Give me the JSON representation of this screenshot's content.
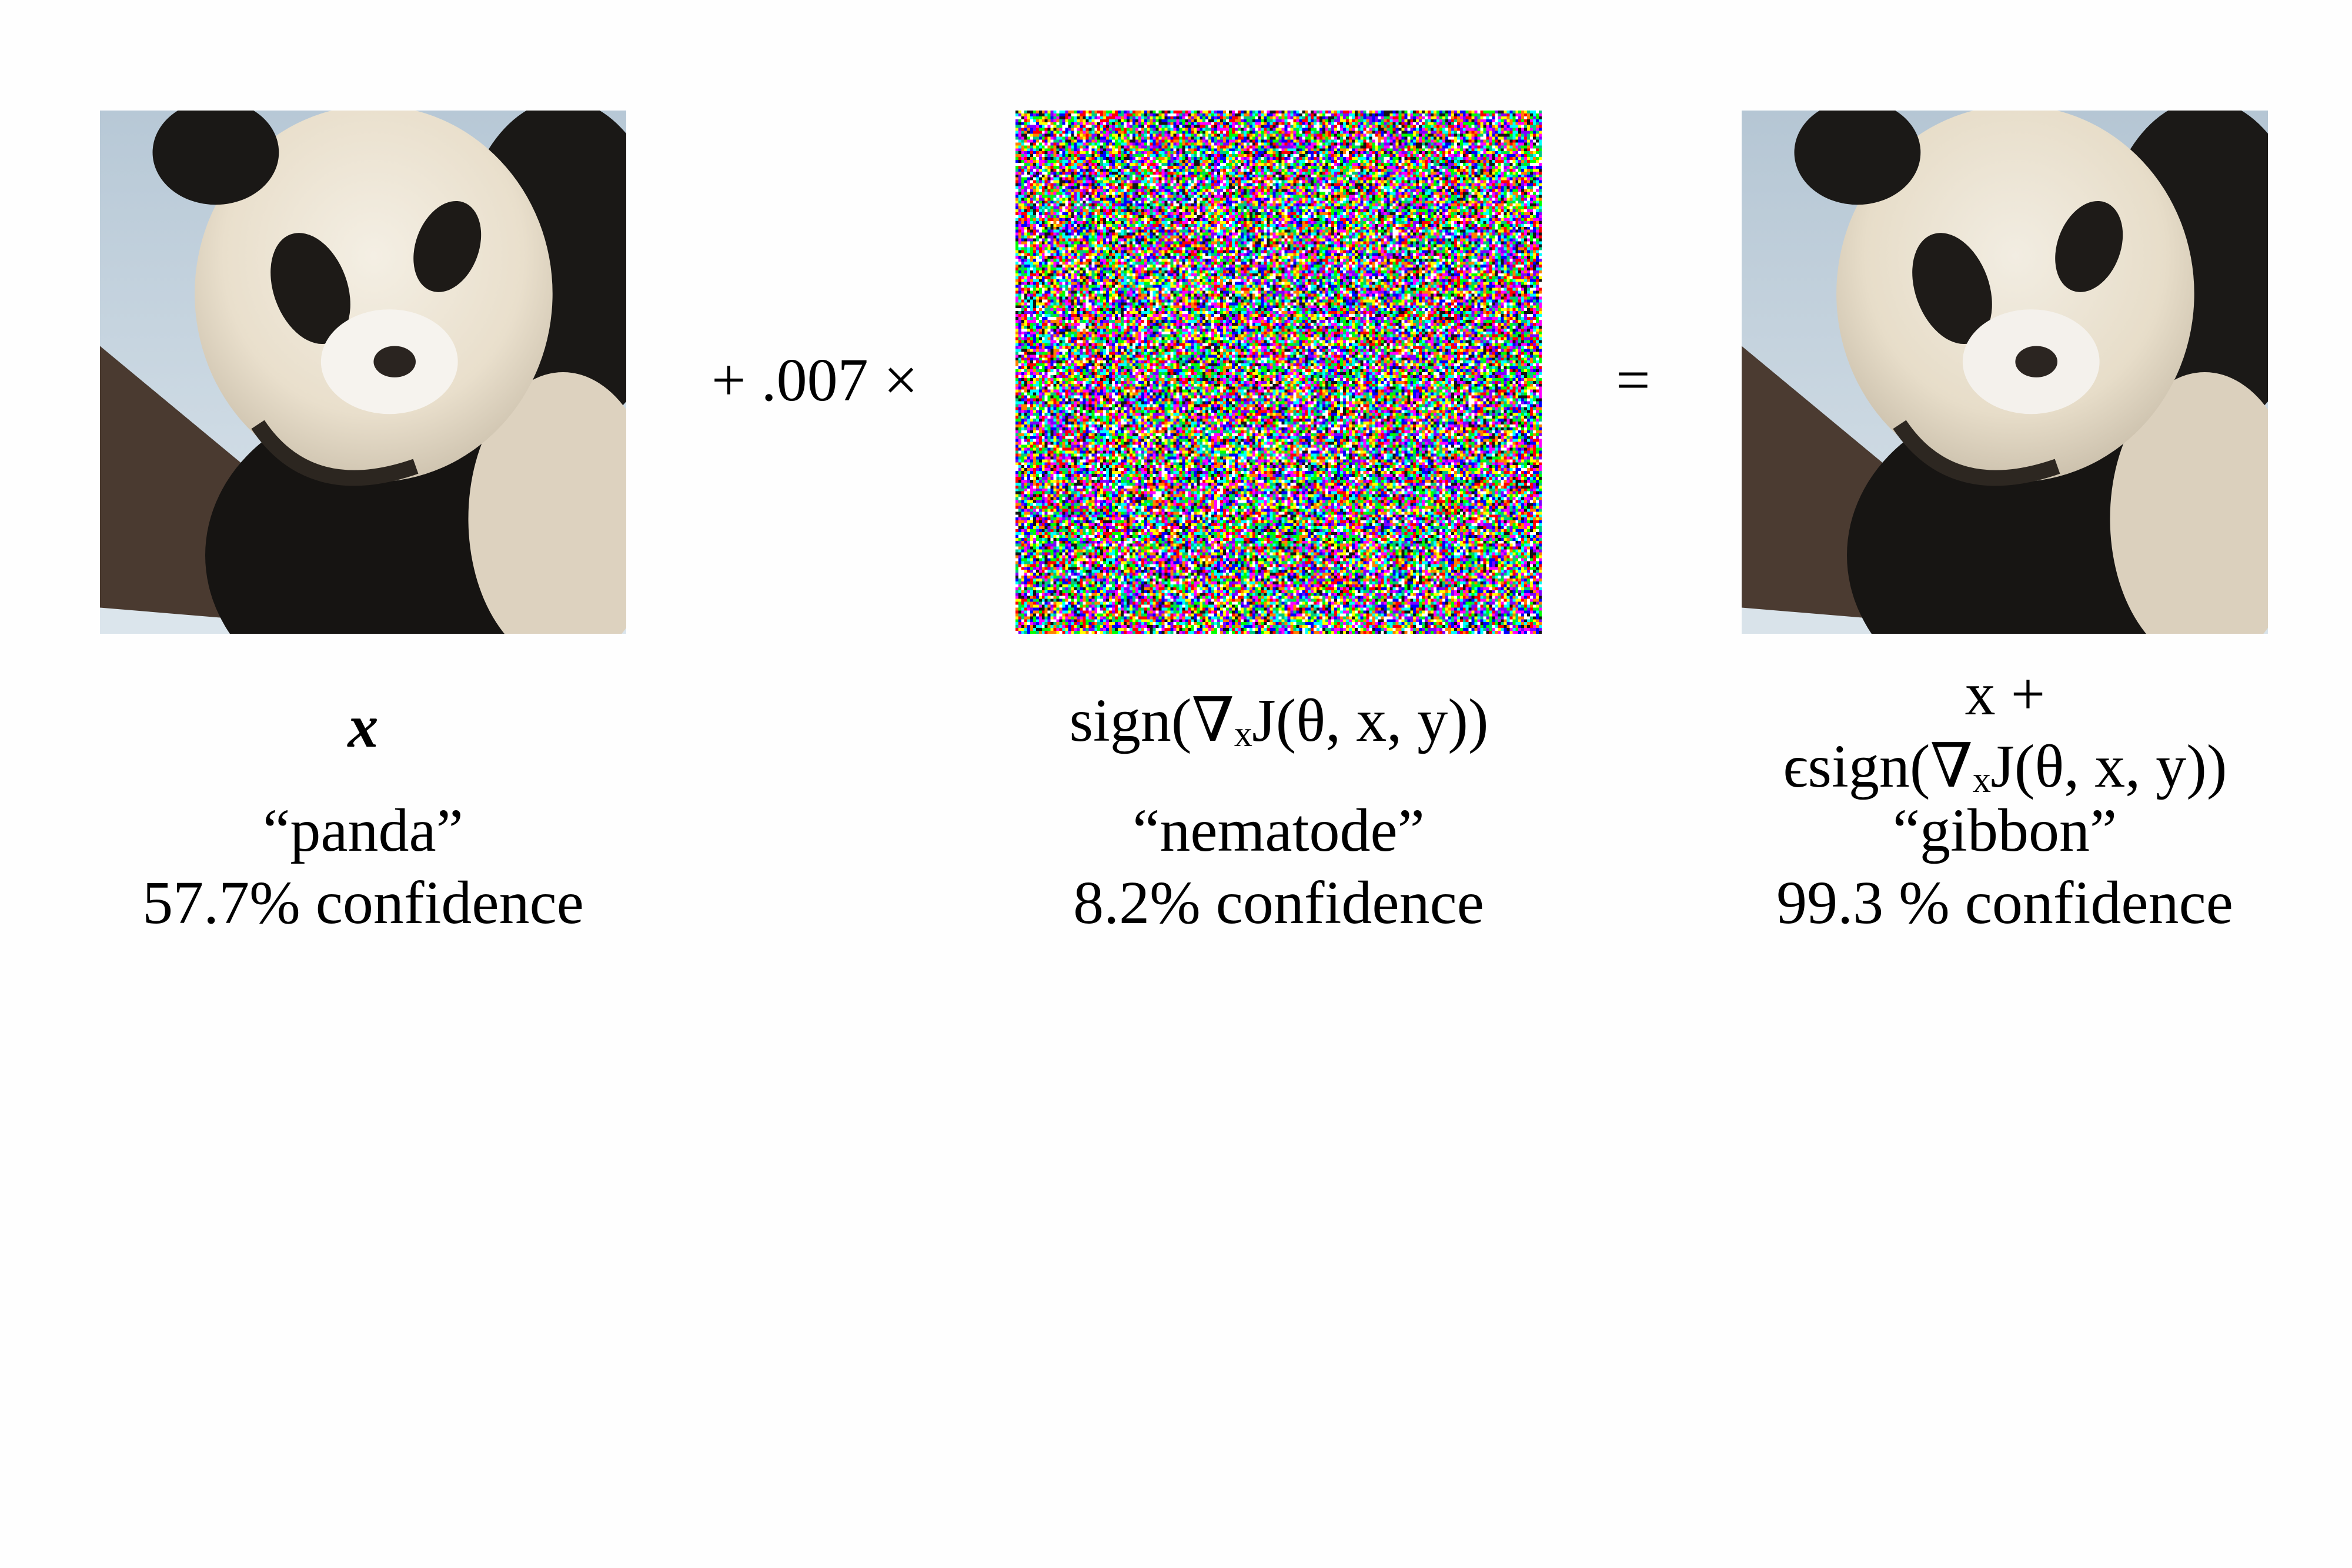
{
  "operators": {
    "scale_prefix": "+ .007 ×",
    "equals": "="
  },
  "panels": [
    {
      "image": "panda-photo",
      "formula_top": "x",
      "label": "“panda”",
      "confidence": "57.7% confidence"
    },
    {
      "image": "perturbation-noise",
      "formula_text": "sign(∇ₓJ(θ, x, y))",
      "label": "“nematode”",
      "confidence": "8.2% confidence"
    },
    {
      "image": "panda-photo",
      "formula_line1": "x +",
      "formula_line2": "ϵsign(∇ₓJ(θ, x, y))",
      "label": "“gibbon”",
      "confidence": "99.3 % confidence"
    }
  ],
  "colors": {
    "background": "#fefefe",
    "panda_bg": "#c9d6e0",
    "panda_fur_white": "#efe7d8",
    "panda_fur_black": "#161412",
    "branch": "#4a3a30"
  }
}
